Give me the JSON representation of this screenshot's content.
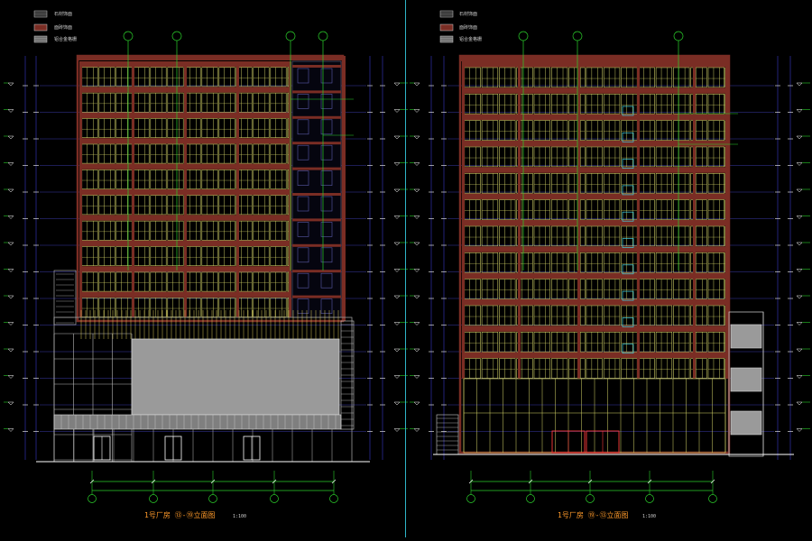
{
  "drawing": {
    "left_sheet": {
      "legend": [
        "石材饰面",
        "面砖饰面",
        "铝合金格栅"
      ],
      "title": "1号厂房  ⑬-⑲立面图",
      "scale": "1:100"
    },
    "right_sheet": {
      "legend": [
        "石材饰面",
        "面砖饰面",
        "铝合金格栅"
      ],
      "title": "1号厂房  ⑲-⑬立面图",
      "scale": "1:100"
    },
    "colors": {
      "background": "#000000",
      "brick": "#7a2d24",
      "glazing": "#d8d86a",
      "grid_axis": "#2bd12b",
      "level_line": "#3a3aa8",
      "curtain_wall": "#9a9a9a",
      "divider": "#2fb5c8",
      "title": "#ff9a2a"
    }
  }
}
